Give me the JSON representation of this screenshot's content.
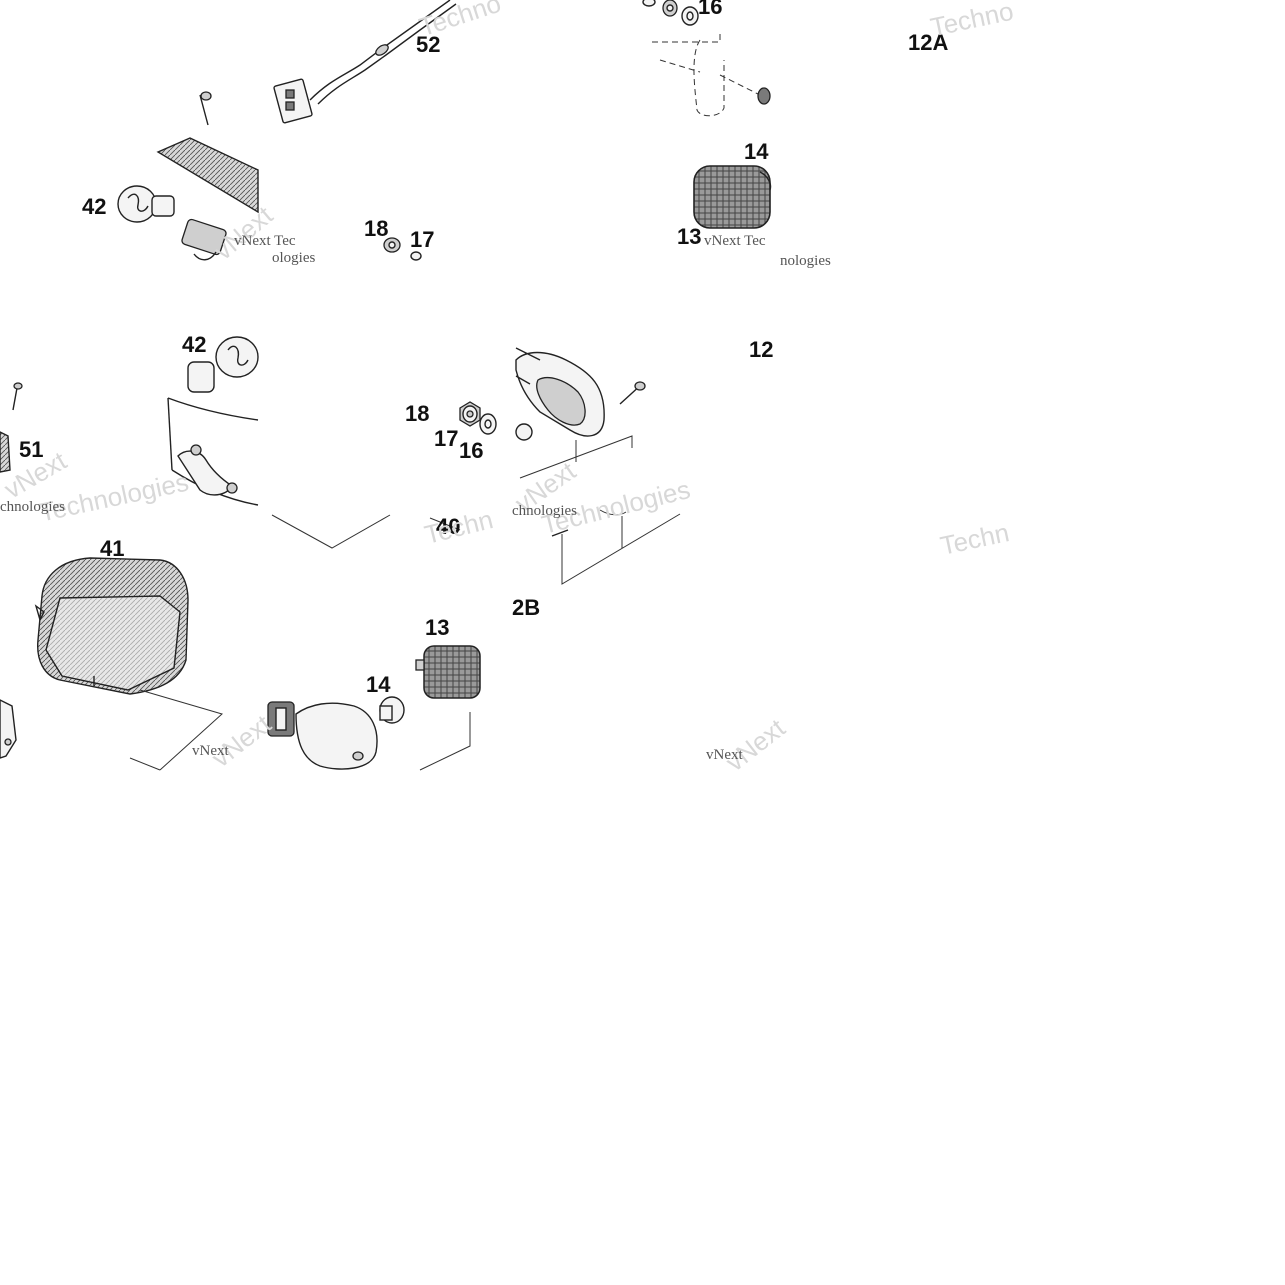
{
  "labels": {
    "p52": "52",
    "p16_top": "16",
    "p12A": "12A",
    "p14_top": "14",
    "p42_top": "42",
    "p18_top": "18",
    "p17_top": "17",
    "p13_top": "13",
    "p42_mid": "42",
    "p12_mid": "12",
    "p51": "51",
    "p18_mid": "18",
    "p17_mid": "17",
    "p16_mid": "16",
    "p40": "40",
    "p41": "41",
    "p2B": "2B",
    "p13_bot": "13",
    "p14_bot": "14"
  },
  "watermarks": {
    "techno_big": "Techno",
    "vnext": "vNext",
    "technologies": "Technologies",
    "vnext_tec": "vNext Tec",
    "ologies": "ologies",
    "next_tec": "vNext Tec",
    "nologies": "nologies",
    "chnologies": "chnologies",
    "techn": "Techn",
    "vnext_small": "vNext",
    "vnext_small2": "vNext"
  }
}
